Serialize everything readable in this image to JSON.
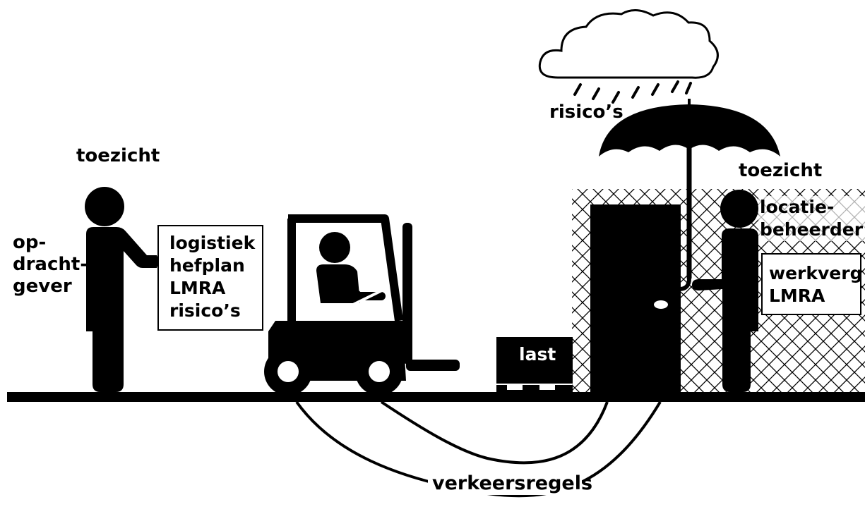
{
  "scene": {
    "colors": {
      "ink": "#000000",
      "paper": "#ffffff"
    },
    "left_person": {
      "role_lines": [
        "op-",
        "dracht-",
        "gever"
      ],
      "supervision_label": "toezicht",
      "document_lines": [
        "logistiek",
        "hefplan",
        "LMRA",
        "risico’s"
      ]
    },
    "forklift": {
      "icon": "forklift-with-driver-icon"
    },
    "load": {
      "label": "last"
    },
    "cloud": {
      "label": "risico’s",
      "icon": "rain-cloud-icon"
    },
    "right_person": {
      "supervision_label": "toezicht",
      "role_lines": [
        "locatie-",
        "beheerder"
      ],
      "document_lines": [
        "werkverg",
        "LMRA"
      ],
      "icon": "umbrella-icon"
    },
    "traffic": {
      "label": "verkeersregels"
    }
  }
}
